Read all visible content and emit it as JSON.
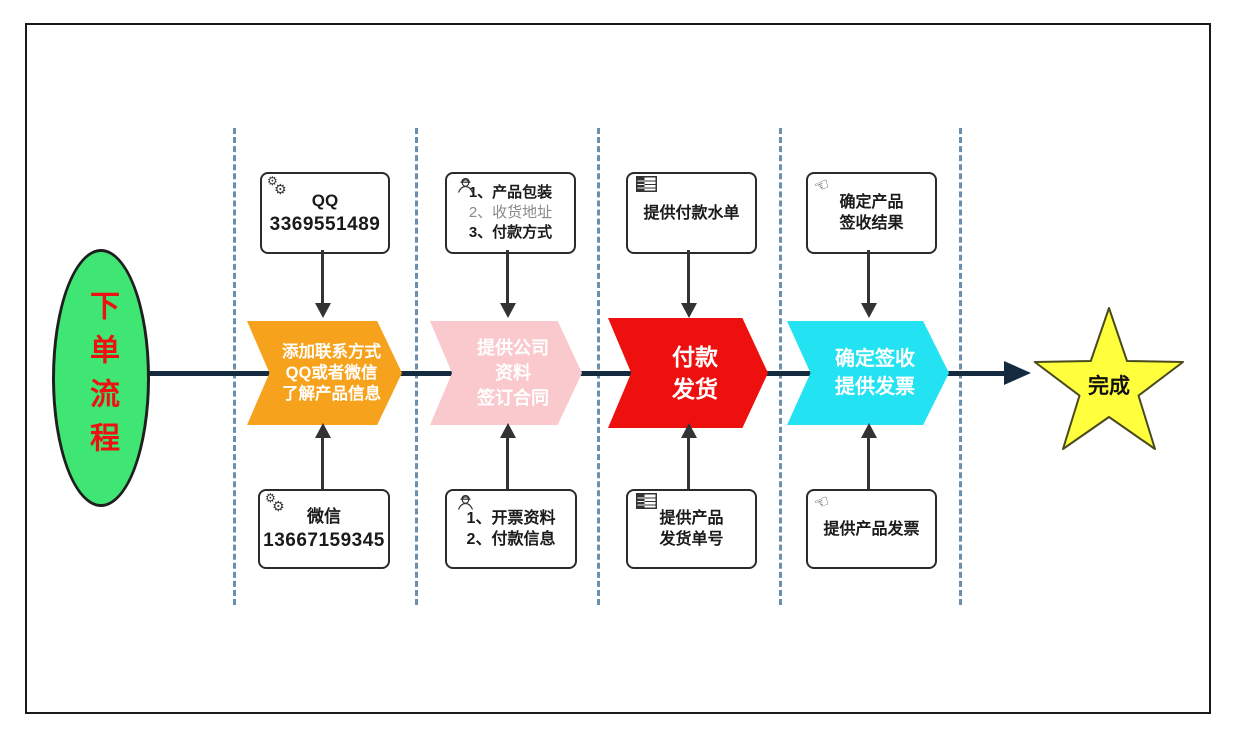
{
  "canvas": {
    "background": "#ffffff",
    "border_color": "#1a1a1a"
  },
  "colors": {
    "main_line": "#142b3f",
    "dashed_divider": "#6b8fad",
    "connector": "#333333",
    "box_border": "#2b2b2b",
    "muted_text": "#8a8a8a"
  },
  "icons": {
    "gear_glyph": "⚙",
    "hand_glyph": "☜"
  },
  "start": {
    "label": "下单流程",
    "fill": "#3fe673",
    "text_color": "#ee1111"
  },
  "end": {
    "label": "完成",
    "fill": "#ffff3d",
    "stroke": "#4a4a1e"
  },
  "steps": [
    {
      "name": "add-contact",
      "color": "#f7a21c",
      "label_lines": [
        "添加联系方式",
        "QQ或者微信",
        "了解产品信息"
      ],
      "top_box": {
        "icon": "gears-icon",
        "lines": [
          "QQ",
          "3369551489"
        ]
      },
      "bottom_box": {
        "icon": "gears-icon",
        "lines": [
          "微信",
          "13667159345"
        ]
      }
    },
    {
      "name": "company-info-contract",
      "color": "#f9c9ce",
      "label_lines": [
        "提供公司",
        "资料",
        "签订合同"
      ],
      "top_box": {
        "icon": "worker-icon",
        "lines": [
          "1、产品包装",
          "2、收货地址",
          "3、付款方式"
        ]
      },
      "bottom_box": {
        "icon": "worker-icon",
        "lines": [
          "1、开票资料",
          "2、付款信息"
        ]
      }
    },
    {
      "name": "payment-shipping",
      "color": "#ee0f0f",
      "label_lines": [
        "付款",
        "发货"
      ],
      "top_box": {
        "icon": "ledger-icon",
        "lines": [
          "提供付款水单"
        ]
      },
      "bottom_box": {
        "icon": "ledger-icon",
        "lines": [
          "提供产品",
          "发货单号"
        ]
      }
    },
    {
      "name": "sign-invoice",
      "color": "#23e2f2",
      "label_lines": [
        "确定签收",
        "提供发票"
      ],
      "top_box": {
        "icon": "hand-icon",
        "lines": [
          "确定产品",
          "签收结果"
        ]
      },
      "bottom_box": {
        "icon": "hand-icon",
        "lines": [
          "提供产品发票"
        ]
      }
    }
  ]
}
